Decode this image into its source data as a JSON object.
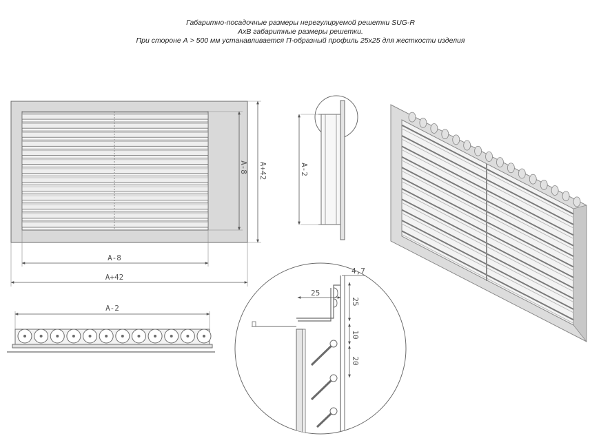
{
  "caption": {
    "line1": "Габаритно-посадочные размеры нерегулируемой решетки SUG-R",
    "line2": "AxB габаритные размеры решетки.",
    "line3": "При стороне А > 500 мм устанавливается П-образный профиль 25х25 для жесткости изделия"
  },
  "front_view": {
    "dim_height_inner": "A-8",
    "dim_height_outer": "A+42",
    "dim_width_inner": "A-8",
    "dim_width_outer": "A+42",
    "louver_count": 13
  },
  "side_view": {
    "dim_height": "A-2"
  },
  "top_view": {
    "dim_width": "A-2",
    "blade_count": 12
  },
  "detail_view": {
    "dim_top": "4,7",
    "dim_profile_width": "25",
    "dim_profile_height": "25",
    "dim_gap": "10",
    "dim_pitch": "20"
  },
  "colors": {
    "line": "#6b6b6b",
    "dim": "#555555",
    "fill_frame": "#d9d9d9",
    "fill_slat": "#eeeeee"
  }
}
